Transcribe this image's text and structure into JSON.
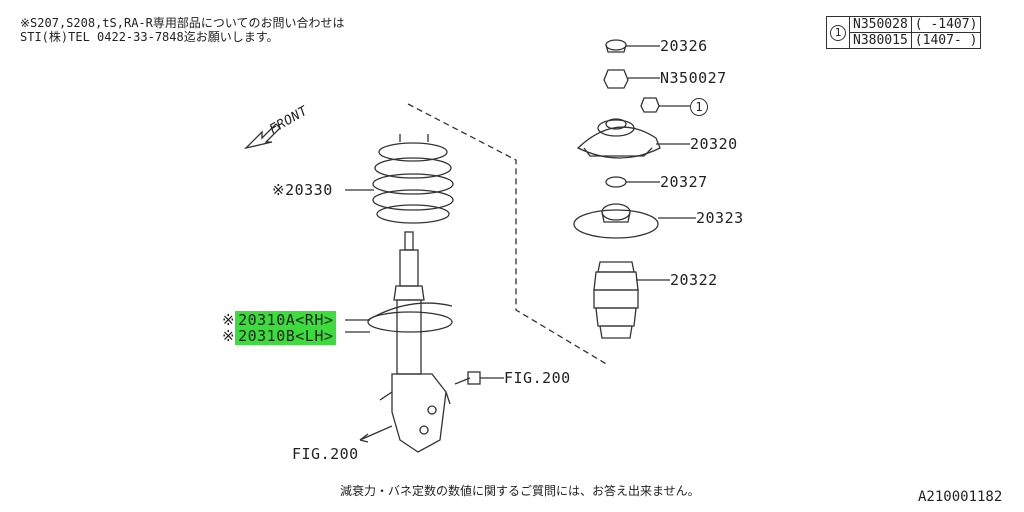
{
  "notes": {
    "line1": "※S207,S208,tS,RA-R専用部品についてのお問い合わせは",
    "line2": "STI(株)TEL 0422-33-7848迄お願いします。"
  },
  "callout_table": {
    "marker": "1",
    "rows": [
      {
        "part": "N350028",
        "range": "( -1407)"
      },
      {
        "part": "N380015",
        "range": "(1407- )"
      }
    ]
  },
  "labels": {
    "front": "FRONT",
    "p20326": "20326",
    "pN350027": "N350027",
    "marker1": "1",
    "p20320": "20320",
    "p20327": "20327",
    "p20323": "20323",
    "p20322": "20322",
    "p20330": "※20330",
    "p20310a_mark": "※",
    "p20310a": "20310A<RH>",
    "p20310b_mark": "※",
    "p20310b": "20310B<LH>",
    "fig200_bolt": "FIG.200",
    "fig200_bottom": "FIG.200"
  },
  "footer": {
    "note": "減衰力・バネ定数の数値に関するご質問には、お答え出来ません。",
    "code": "A210001182"
  },
  "colors": {
    "line": "#333333",
    "highlight": "#3ddc3d"
  }
}
